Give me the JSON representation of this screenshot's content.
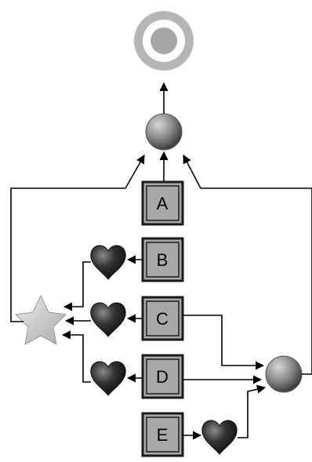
{
  "boxes": [
    {
      "id": "A",
      "label": "A"
    },
    {
      "id": "B",
      "label": "B"
    },
    {
      "id": "C",
      "label": "C"
    },
    {
      "id": "D",
      "label": "D"
    },
    {
      "id": "E",
      "label": "E"
    }
  ],
  "colors": {
    "target_outer": "#b5b5b5",
    "target_inner": "#a6a6a6",
    "box_fill": "#a8a8a8",
    "box_border": "#1a1a1a",
    "heart": "#2a2a2a",
    "star": "#c8c8c8",
    "sphere": "#8a8a8a"
  },
  "icons": [
    "target-icon",
    "sphere-icon",
    "star-icon",
    "heart-icon"
  ]
}
